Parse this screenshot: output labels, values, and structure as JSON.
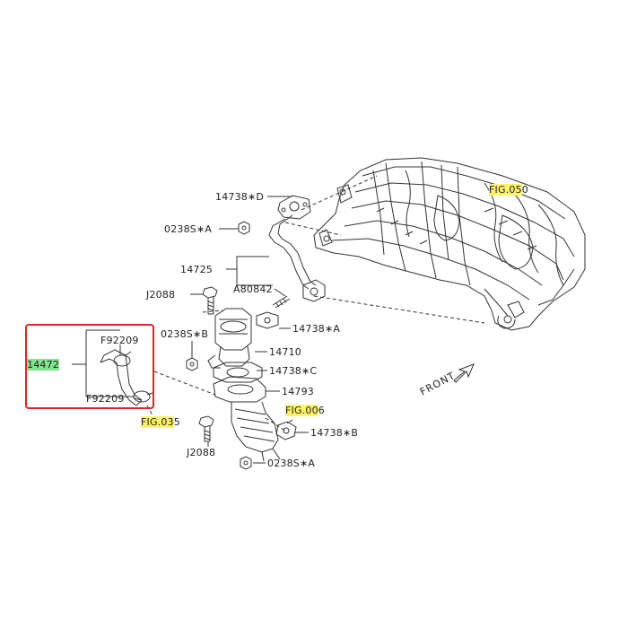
{
  "callouts": {
    "p14738_D": "14738∗D",
    "p0238S_A_top": "0238S∗A",
    "p14725": "14725",
    "pJ2088_top": "J2088",
    "pA80842": "A80842",
    "p14738_A": "14738∗A",
    "p0238S_B": "0238S∗B",
    "p14710": "14710",
    "p14738_C": "14738∗C",
    "p14793": "14793",
    "p14738_B": "14738∗B",
    "pJ2088_bottom": "J2088",
    "p0238S_A_bottom": "0238S∗A",
    "pF92209_top": "F92209",
    "pF92209_bottom": "F92209",
    "p14472": "14472"
  },
  "figure_refs": {
    "fig050_prefix": "FIG.05",
    "fig050_suffix": "0",
    "fig035_prefix": "FIG.03",
    "fig035_suffix": "5",
    "fig006_prefix": "FIG.00",
    "fig006_suffix": "6"
  },
  "front_label": "FRONT",
  "colors": {
    "highlight_yellow": "#fdf36a",
    "highlight_green": "#7ee58a",
    "selection_box": "#d9252a",
    "line": "#333333"
  }
}
